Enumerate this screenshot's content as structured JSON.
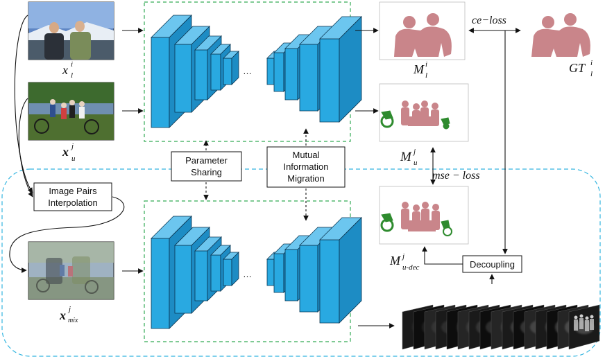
{
  "colors": {
    "block_front": "#29a9e1",
    "block_side": "#1d8cc4",
    "block_top": "#6cc6ef",
    "block_stroke": "#0b3550",
    "green_dash": "#33aa55",
    "blue_dash": "#33b5e0",
    "mask_pink": "#c9858a",
    "mask_green": "#2e8b2e"
  },
  "inputs": {
    "labeled": {
      "var": "x",
      "sup": "i",
      "sub": "l"
    },
    "unlabeled": {
      "var": "x",
      "sup": "j",
      "sub": "u"
    },
    "mixed": {
      "var": "x",
      "sup": "j",
      "sub": "mix"
    }
  },
  "masks": {
    "m_l": {
      "var": "M",
      "sup": "i",
      "sub": "l"
    },
    "gt_l": {
      "var": "GT",
      "sup": "i",
      "sub": "l"
    },
    "m_u": {
      "var": "M",
      "sup": "j",
      "sub": "u"
    },
    "m_udec": {
      "var": "M",
      "sup": "j",
      "sub": "u-dec"
    }
  },
  "boxes": {
    "parameter_sharing": [
      "Parameter",
      "Sharing"
    ],
    "mutual_information": [
      "Mutual",
      "Information",
      "Migration"
    ],
    "image_pairs": [
      "Image Pairs",
      "Interpolation"
    ],
    "decoupling": "Decoupling"
  },
  "losses": {
    "ce": "ce−loss",
    "mse": "mse − loss"
  },
  "ellipsis": "…"
}
